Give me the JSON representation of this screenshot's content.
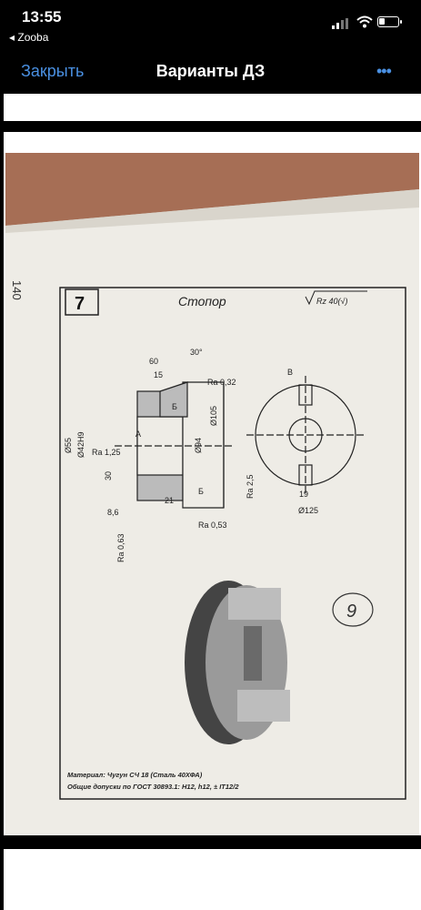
{
  "status_bar": {
    "time": "13:55",
    "back_app": "◂ Zooba"
  },
  "nav": {
    "close_label": "Закрыть",
    "title": "Варианты ДЗ",
    "more_label": "•••"
  },
  "drawing": {
    "page_number": "140",
    "task_number": "7",
    "part_name": "Стопор",
    "roughness_general": "Rz 40(√)",
    "handwritten_variant": "9",
    "dimensions": [
      "60",
      "15",
      "30°",
      "Ra 0,32",
      "Б",
      "А",
      "Ø55",
      "Ø42H9",
      "Ra 1,25",
      "30",
      "Ø105",
      "Ø94",
      "8,6",
      "21",
      "Ra 0,63",
      "Ra 0,53",
      "Б",
      "В",
      "Ra 2,5",
      "19",
      "Ø125"
    ],
    "material_note": "Материал: Чугун СЧ 18 (Сталь 40ХФА)",
    "tolerance_note": "Общие допуски по ГОСТ 30893.1: H12, h12, ± IT12/2"
  },
  "colors": {
    "nav_accent": "#4a90e2",
    "background": "#000000",
    "page": "#ffffff"
  }
}
